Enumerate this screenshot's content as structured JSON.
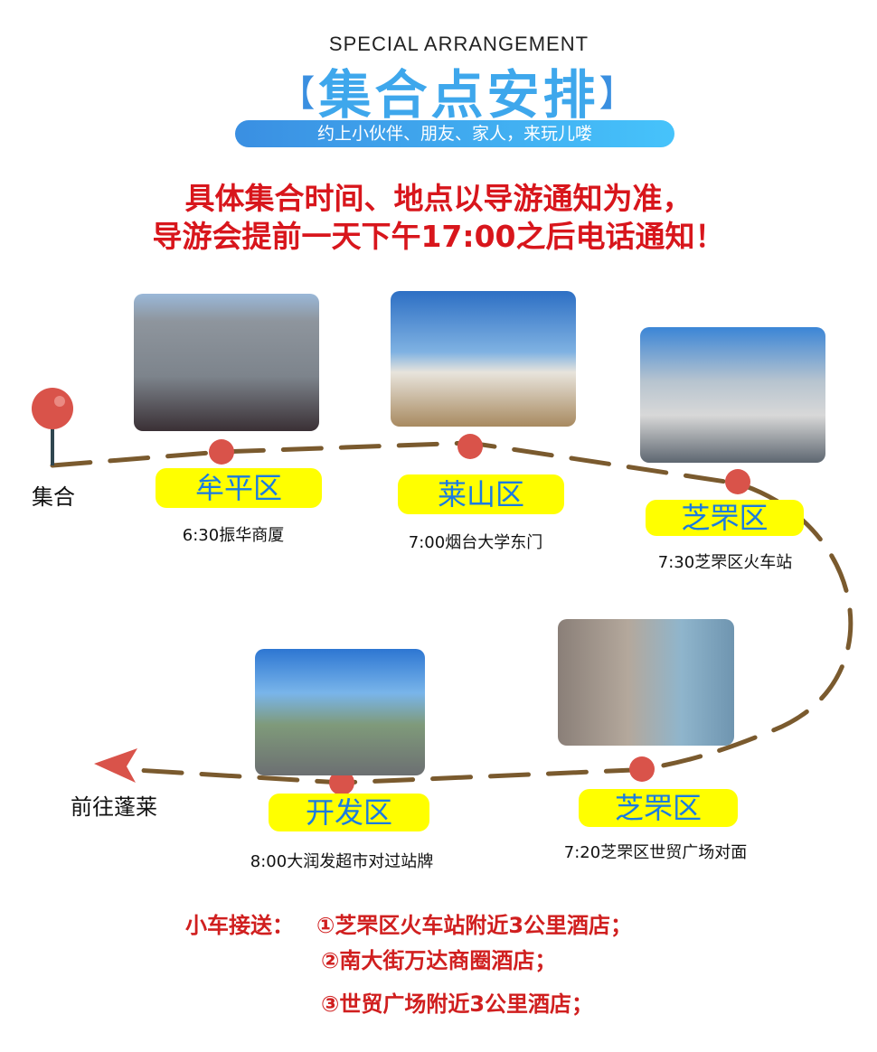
{
  "header": {
    "subtitle_en": "SPECIAL ARRANGEMENT",
    "title": "集合点安排",
    "bracket_left": "【",
    "bracket_right": "】",
    "tagline": "约上小伙伴、朋友、家人，来玩儿喽"
  },
  "notice": {
    "line1": "具体集合时间、地点以导游通知为准，",
    "line2": "导游会提前一天下午17:00之后电话通知！"
  },
  "route": {
    "start_label": "集合",
    "end_label": "前往蓬莱",
    "stops": [
      {
        "district": "牟平区",
        "caption": "6:30振华商厦"
      },
      {
        "district": "莱山区",
        "caption": "7:00烟台大学东门"
      },
      {
        "district": "芝罘区",
        "caption": "7:30芝罘区火车站"
      },
      {
        "district": "芝罘区",
        "caption": "7:20芝罘区世贸广场对面"
      },
      {
        "district": "开发区",
        "caption": "8:00大润发超市对过站牌"
      }
    ]
  },
  "shuttle": {
    "label": "小车接送：",
    "items": [
      "①芝罘区火车站附近3公里酒店；",
      "②南大街万达商圈酒店；",
      "③世贸广场附近3公里酒店；"
    ]
  },
  "colors": {
    "accent": "#3ea7ec",
    "red": "#d8161c",
    "pin": "#d9534a",
    "path": "#7a5a2e",
    "label_bg": "#ffff00"
  }
}
